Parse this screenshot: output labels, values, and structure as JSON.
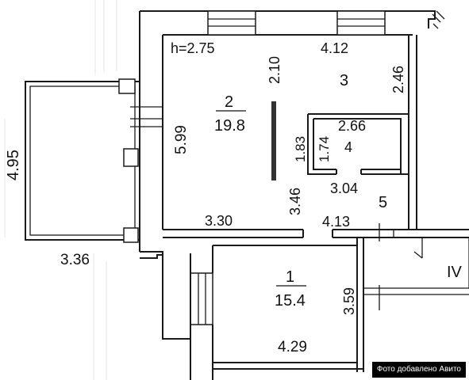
{
  "plan": {
    "ceiling_height": "h=2.75",
    "rooms": [
      {
        "id": "room-2",
        "number": "2",
        "area": "19.8"
      },
      {
        "id": "room-1",
        "number": "1",
        "area": "15.4"
      },
      {
        "id": "room-3",
        "number": "3"
      },
      {
        "id": "room-4",
        "number": "4"
      },
      {
        "id": "room-5",
        "number": "5"
      },
      {
        "id": "room-iv",
        "number": "IV"
      }
    ],
    "dimensions": {
      "balcony_height": "4.95",
      "balcony_width": "3.36",
      "room2_side": "5.99",
      "room2_top": "2.10",
      "room2_bottom": "3.30",
      "partition_length": "3.46",
      "room3_top": "4.12",
      "room3_right": "2.46",
      "room4_top": "2.66",
      "room4_left_outer": "1.83",
      "room4_left_inner": "1.74",
      "room4_bottom": "3.04",
      "room5_width": "4.13",
      "room1_side": "3.59",
      "room1_bottom": "4.29"
    }
  },
  "watermark": "Фото добавлено Авито"
}
